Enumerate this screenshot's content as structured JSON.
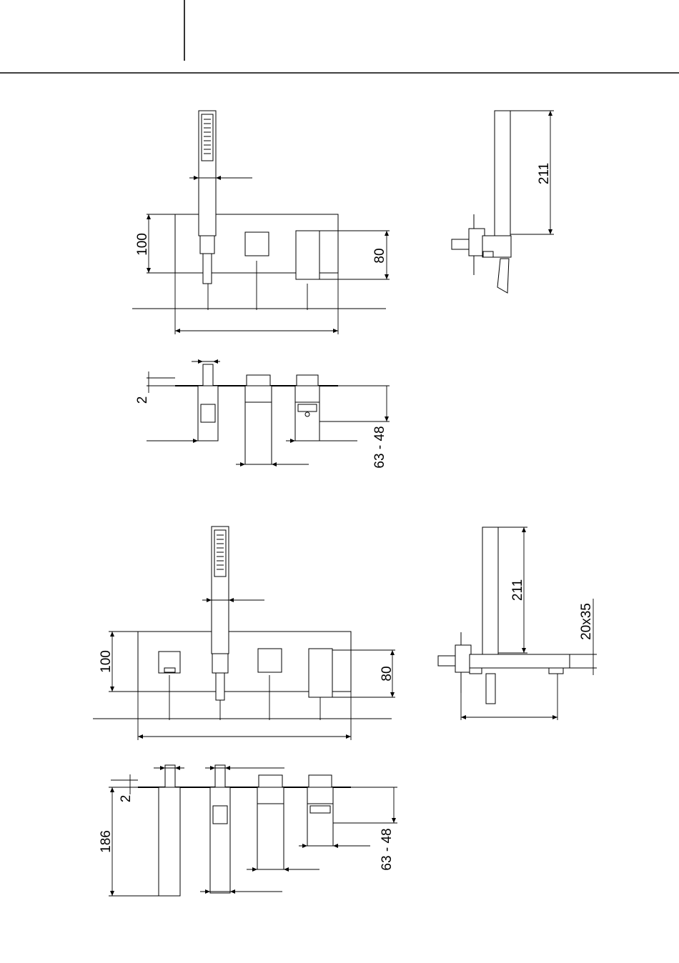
{
  "drawing_sheet": {
    "view_a": {
      "front_view": {
        "height_label": "100",
        "plate_height_label": "80"
      },
      "side_view": {
        "hand_shower_height_label": "211"
      },
      "top_view": {
        "plate_thickness_label": "2",
        "depth_range_label": "63 - 48"
      }
    },
    "view_b": {
      "front_view": {
        "height_label": "100",
        "plate_height_label": "80"
      },
      "side_view": {
        "hand_shower_height_label": "211",
        "spout_section_label": "20x35"
      },
      "top_view": {
        "plate_thickness_label": "2",
        "depth_label": "186",
        "depth_range_label": "63 - 48"
      }
    }
  }
}
